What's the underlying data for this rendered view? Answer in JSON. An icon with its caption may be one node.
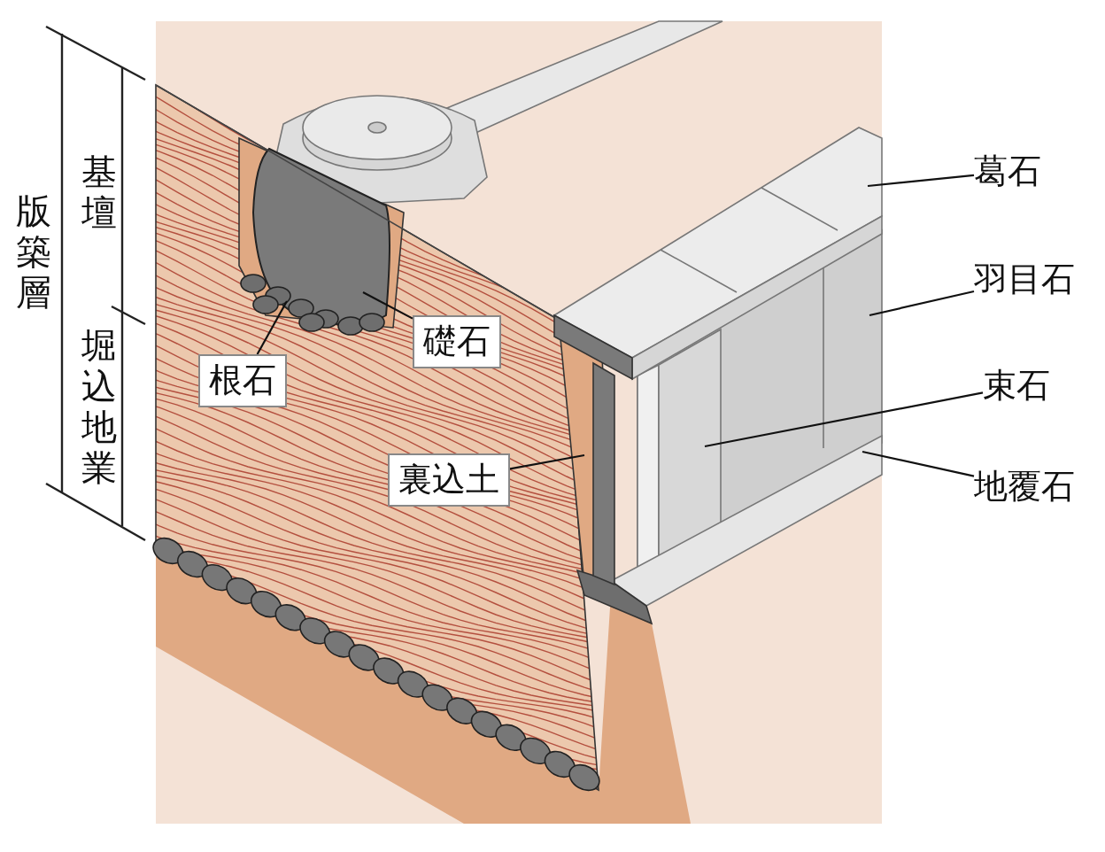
{
  "diagram": {
    "nodes": [
      {
        "text": [
          "葛石"
        ]
      },
      {
        "text": [
          "羽目石"
        ]
      },
      {
        "text": [
          "礎石"
        ]
      },
      {
        "text": [
          "根石"
        ]
      },
      {
        "text": [
          "束石"
        ]
      },
      {
        "text": [
          "裏込土"
        ]
      },
      {
        "text": [
          "地覆石"
        ]
      }
    ],
    "edges": [
      {
        "from": 0,
        "to": null,
        "arrow": "none"
      },
      {
        "from": 1,
        "to": null,
        "arrow": "none"
      },
      {
        "from": 2,
        "to": null,
        "arrow": "none"
      },
      {
        "from": 3,
        "to": null,
        "arrow": "none"
      },
      {
        "from": 4,
        "to": null,
        "arrow": "none"
      },
      {
        "from": 5,
        "to": null,
        "arrow": "none"
      },
      {
        "from": 6,
        "to": null,
        "arrow": "none"
      }
    ],
    "labels": [
      "版築層",
      "基壇",
      "堀込地業"
    ]
  }
}
